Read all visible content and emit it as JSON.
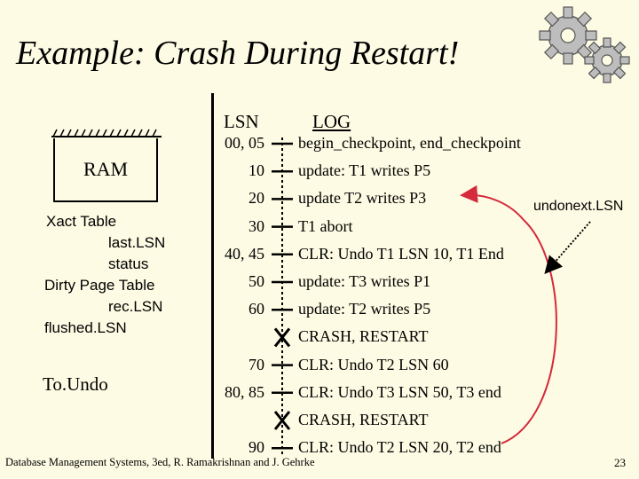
{
  "title": "Example: Crash During Restart!",
  "columns": {
    "lsn": "LSN",
    "log": "LOG"
  },
  "ram": {
    "label": "RAM",
    "xact_table": "Xact Table",
    "last_lsn": "last.LSN",
    "status": "status",
    "dirty_page_table": "Dirty Page Table",
    "rec_lsn": "rec.LSN",
    "flushed_lsn": "flushed.LSN",
    "todo": "To.Undo"
  },
  "log_entries": [
    {
      "lsn": "00, 05",
      "text": "begin_checkpoint, end_checkpoint",
      "marker": "tick"
    },
    {
      "lsn": "10",
      "text": "update: T1 writes P5",
      "marker": "tick"
    },
    {
      "lsn": "20",
      "text": "update T2 writes P3",
      "marker": "tick"
    },
    {
      "lsn": "30",
      "text": "T1 abort",
      "marker": "tick"
    },
    {
      "lsn": "40, 45",
      "text": "CLR: Undo T1 LSN 10, T1 End",
      "marker": "tick"
    },
    {
      "lsn": "50",
      "text": "update: T3 writes P1",
      "marker": "tick"
    },
    {
      "lsn": "60",
      "text": "update: T2 writes P5",
      "marker": "tick"
    },
    {
      "lsn": "",
      "text": "CRASH, RESTART",
      "marker": "cross"
    },
    {
      "lsn": "70",
      "text": "CLR: Undo T2 LSN 60",
      "marker": "tick"
    },
    {
      "lsn": "80, 85",
      "text": "CLR: Undo T3 LSN 50, T3 end",
      "marker": "tick"
    },
    {
      "lsn": "",
      "text": "CRASH, RESTART",
      "marker": "cross"
    },
    {
      "lsn": "90",
      "text": "CLR: Undo T2 LSN 20, T2 end",
      "marker": "tick"
    }
  ],
  "annotation": "undonext.LSN",
  "footer": "Database Management Systems, 3ed, R. Ramakrishnan and J. Gehrke",
  "page_number": "23",
  "colors": {
    "background": "#fdfbe3",
    "arrow": "#d42a3c",
    "gear": "#b8b8b8"
  }
}
